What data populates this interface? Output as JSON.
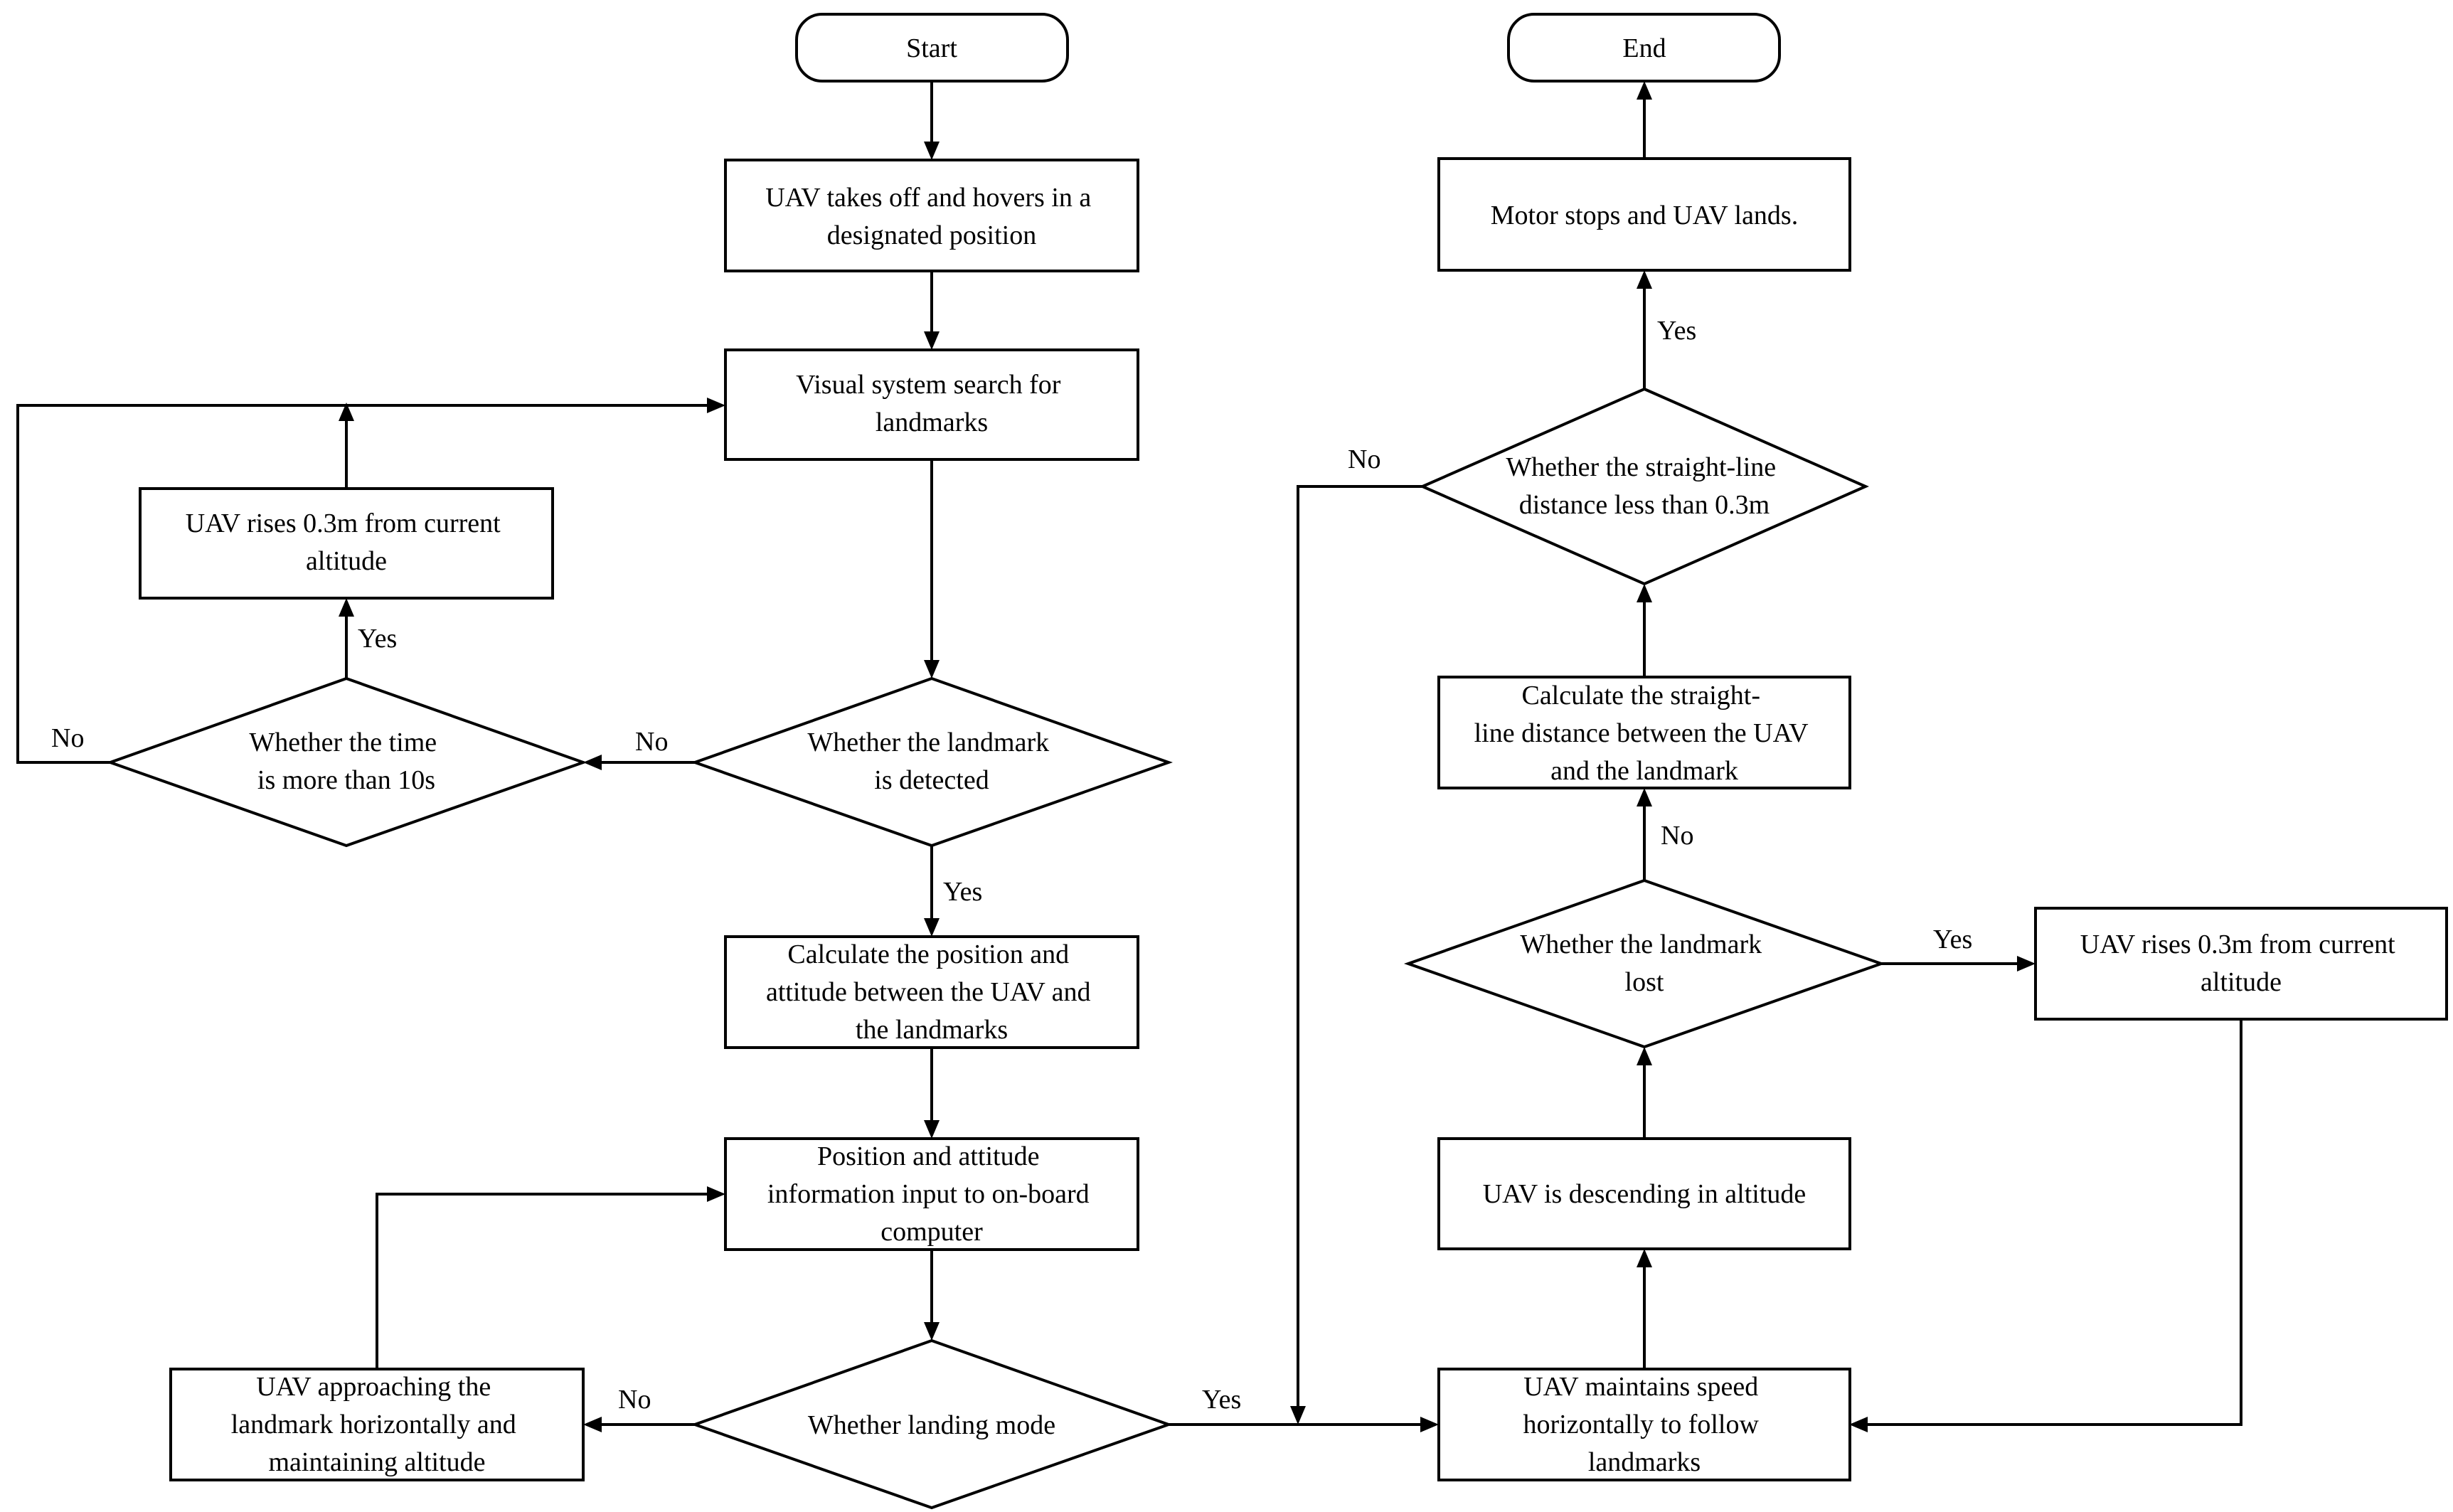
{
  "nodes": {
    "start": {
      "lines": [
        "Start"
      ]
    },
    "takeoff": {
      "lines": [
        "UAV takes off and hovers in a",
        "designated position"
      ]
    },
    "search": {
      "lines": [
        "Visual system search for",
        "landmarks"
      ]
    },
    "rise_left": {
      "lines": [
        "UAV rises 0.3m from current",
        "altitude"
      ]
    },
    "time_check": {
      "lines": [
        "Whether the time",
        "is more than 10s"
      ]
    },
    "detected": {
      "lines": [
        "Whether the landmark",
        "is detected"
      ]
    },
    "calc_pose": {
      "lines": [
        "Calculate the position and",
        "attitude between the UAV and",
        "the landmarks"
      ]
    },
    "pose_input": {
      "lines": [
        "Position and attitude",
        "information input to on-board",
        "computer"
      ]
    },
    "approach": {
      "lines": [
        "UAV approaching the",
        "landmark horizontally and",
        "maintaining altitude"
      ]
    },
    "landing_mode": {
      "lines": [
        "Whether landing mode"
      ]
    },
    "end": {
      "lines": [
        "End"
      ]
    },
    "motor_stop": {
      "lines": [
        "Motor stops and UAV lands."
      ]
    },
    "distance_check": {
      "lines": [
        "Whether the straight-line",
        "distance less than 0.3m"
      ]
    },
    "calc_distance": {
      "lines": [
        "Calculate the straight-",
        "line distance between the UAV",
        "and the landmark"
      ]
    },
    "lost": {
      "lines": [
        "Whether the landmark",
        "lost"
      ]
    },
    "rise_right": {
      "lines": [
        "UAV rises 0.3m from current",
        "altitude"
      ]
    },
    "descending": {
      "lines": [
        "UAV is descending in altitude"
      ]
    },
    "follow": {
      "lines": [
        "UAV maintains speed",
        "horizontally to follow",
        "landmarks"
      ]
    }
  },
  "edge_labels": {
    "time_check_yes": "Yes",
    "time_check_no": "No",
    "detected_no": "No",
    "detected_yes": "Yes",
    "landing_mode_no": "No",
    "landing_mode_yes": "Yes",
    "distance_yes": "Yes",
    "distance_no": "No",
    "lost_no": "No",
    "lost_yes": "Yes"
  }
}
